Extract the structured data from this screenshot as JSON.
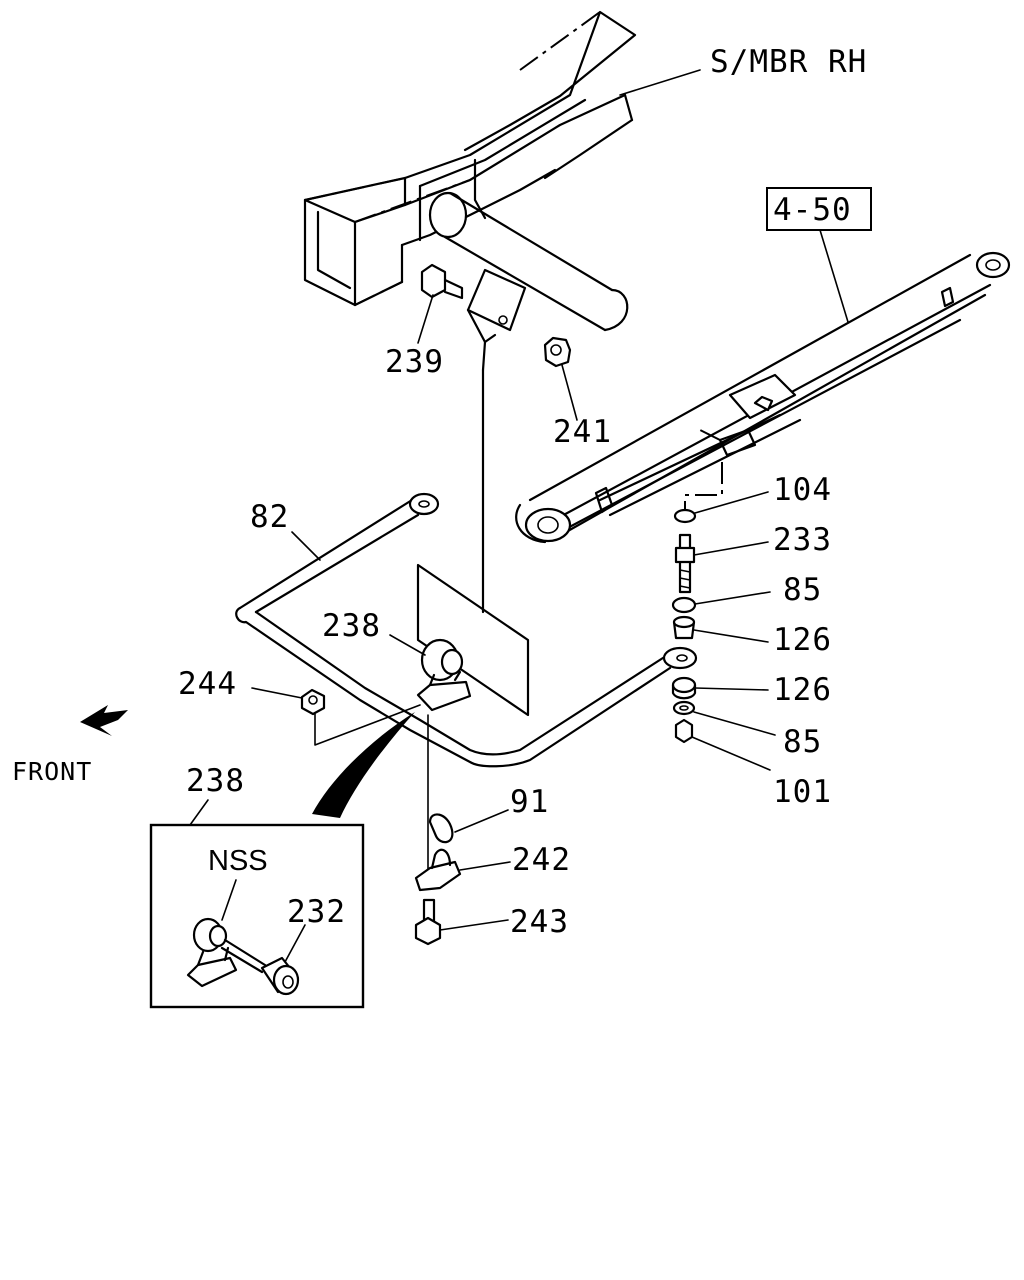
{
  "labels": {
    "member": "S/MBR RH",
    "ref_box": "4-50",
    "front": "FRONT",
    "nss": "NSS",
    "callouts": {
      "p239": "239",
      "p241": "241",
      "p104": "104",
      "p233": "233",
      "p85a": "85",
      "p126a": "126",
      "p126b": "126",
      "p85b": "85",
      "p101": "101",
      "p82": "82",
      "p238": "238",
      "p244": "244",
      "p238_detail": "238",
      "p91": "91",
      "p242": "242",
      "p243": "243",
      "p232": "232"
    }
  },
  "icons": {
    "front_arrow": "arrow-left-down-icon"
  }
}
